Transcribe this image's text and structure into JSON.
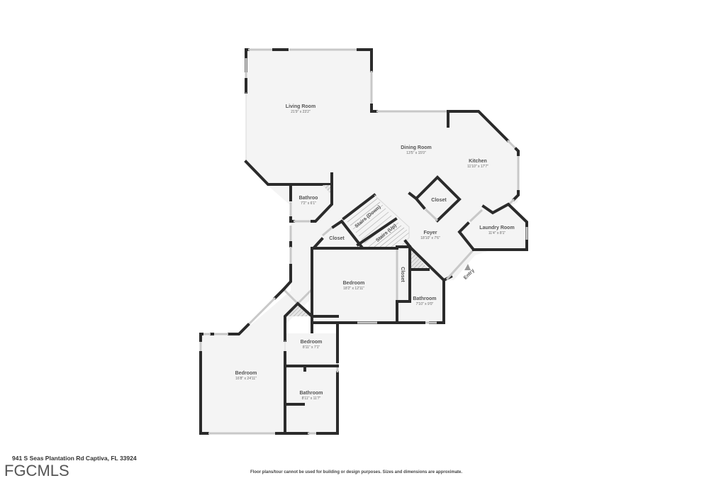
{
  "property": {
    "address": "941 S Seas Plantation Rd Captiva, FL 33924",
    "mls_logo": "FGCMLS"
  },
  "disclaimer": "Floor plans/tour cannot be used for building or design purposes. Sizes and dimensions are approximate.",
  "rooms": {
    "living_room": {
      "name": "Living Room",
      "dims": "21'9\" x 23'2\""
    },
    "dining_room": {
      "name": "Dining Room",
      "dims": "13'5\" x 15'0\""
    },
    "kitchen": {
      "name": "Kitchen",
      "dims": "11'10\" x 17'7\""
    },
    "bathroom_1": {
      "name": "Bathroo",
      "dims": "7'2\" x 6'1\""
    },
    "closet_kitchen": {
      "name": "Closet"
    },
    "stairs_down": {
      "name": "Stairs (Down)"
    },
    "stairs_up": {
      "name": "Stairs (Up)"
    },
    "closet_hall": {
      "name": "Closet"
    },
    "foyer": {
      "name": "Foyer",
      "dims": "18'10\" x 7'6\""
    },
    "laundry_room": {
      "name": "Laundry Room",
      "dims": "11'4\" x 8'1\""
    },
    "entry": {
      "name": "Entry"
    },
    "bedroom_main": {
      "name": "Bedroom",
      "dims": "18'2\" x 12'11\""
    },
    "closet_bedroom": {
      "name": "Closet"
    },
    "bathroom_2": {
      "name": "Bathroom",
      "dims": "7'10\" x 9'0\""
    },
    "bedroom_small": {
      "name": "Bedroom",
      "dims": "8'11\" x 7'1\""
    },
    "bedroom_large": {
      "name": "Bedroom",
      "dims": "16'8\" x 24'11\""
    },
    "bathroom_3": {
      "name": "Bathroom",
      "dims": "8'11\" x 11'7\""
    }
  },
  "colors": {
    "wall": "#2b2b2b",
    "floor": "#f4f4f4",
    "window": "#c8c8c8",
    "background": "#ffffff"
  }
}
